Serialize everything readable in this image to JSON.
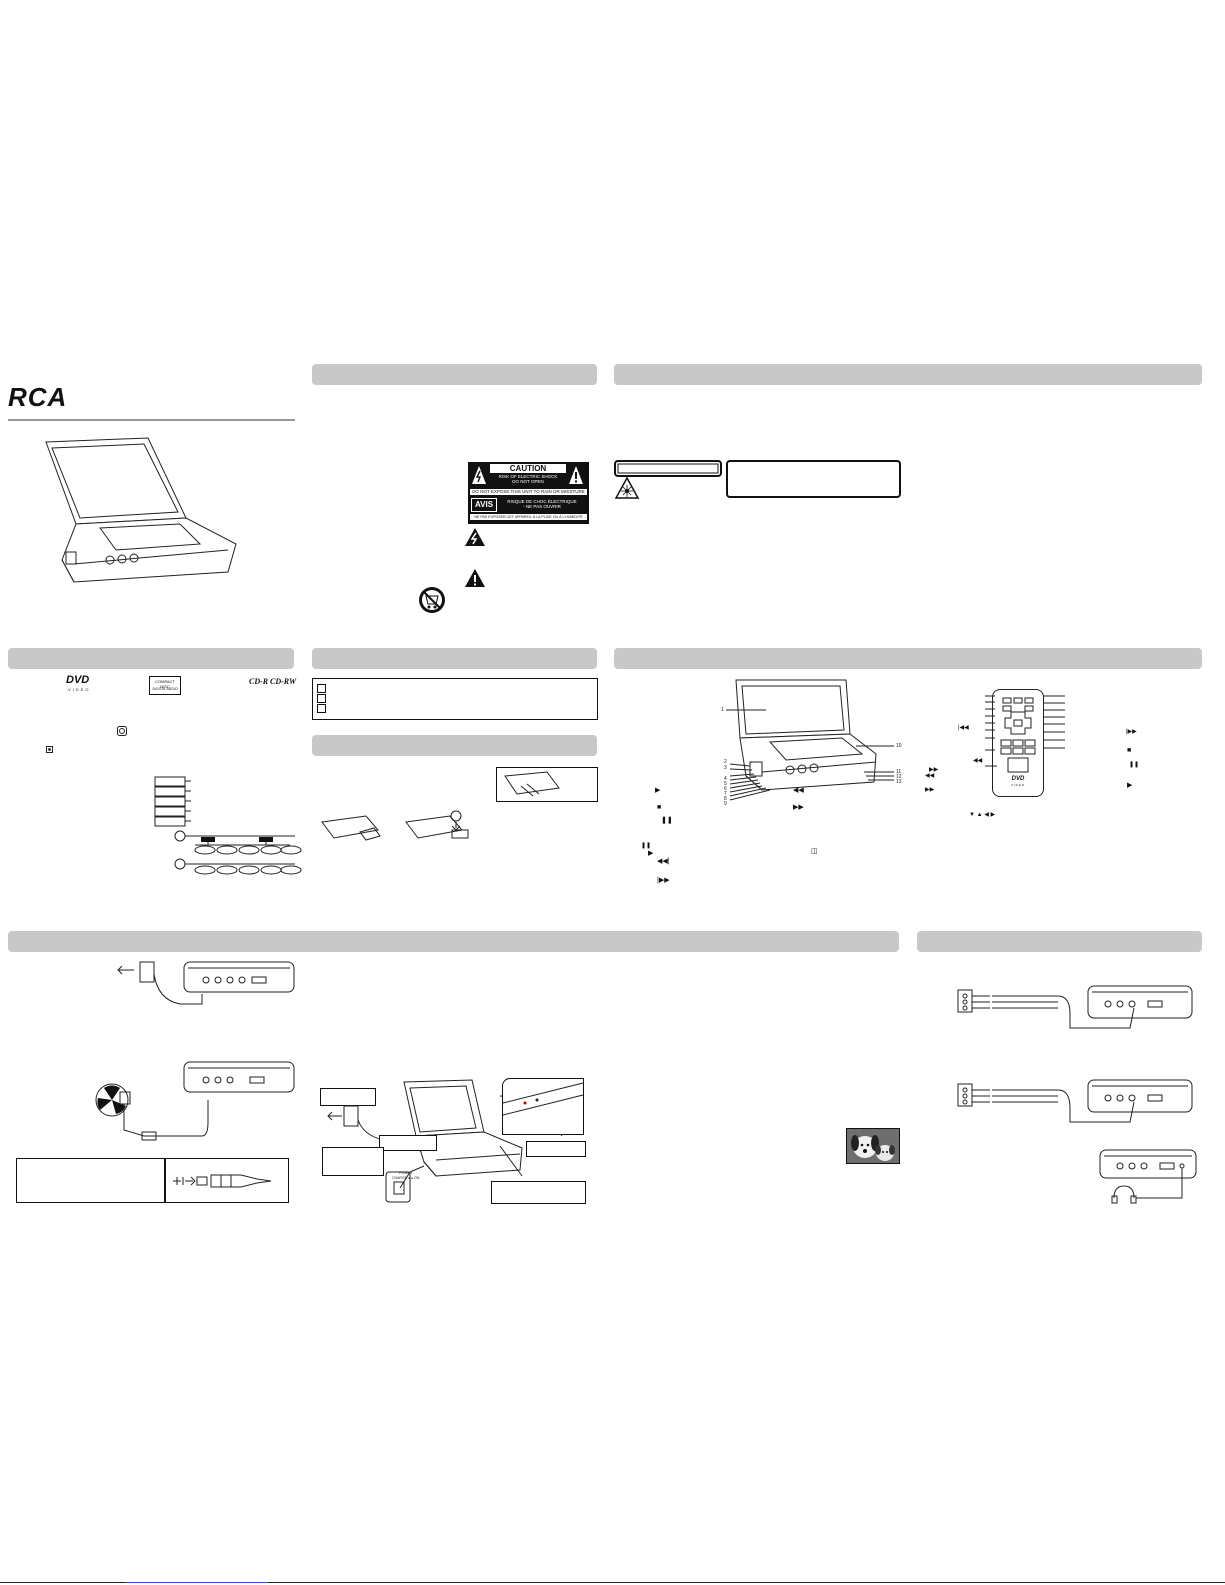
{
  "brand": "RCA",
  "caution_label": {
    "title": "CAUTION",
    "line1": "RISK OF ELECTRIC SHOCK",
    "line2": "DO NOT OPEN",
    "line3": "DO NOT EXPOSE THIS UNIT TO RAIN OR MOISTURE",
    "avis": "AVIS",
    "avis_line1": "RISQUE DE CHOC ÉLECTRIQUE",
    "avis_line2": "- NE PAS OUVRIR",
    "avis_line3": "NE PAS EXPOSER CET APPAREIL À LA PLUIE OU À L'HUMIDITÉ"
  },
  "disc_logos": {
    "dvd": "DVD",
    "dvd_sub": "VIDEO",
    "cd": "COMPACT DISC",
    "cd_sub": "DIGITAL AUDIO",
    "cdr": "CD-R",
    "cdrw": "CD-RW"
  },
  "player_callouts": [
    "1",
    "2",
    "3",
    "4",
    "5",
    "6",
    "7",
    "8",
    "9",
    "10",
    "11",
    "12",
    "13"
  ],
  "remote_logo": {
    "top": "DVD",
    "bottom": "VIDEO"
  },
  "power_switch_label": "POWER",
  "power_switch_sub": "CHARGE ● ● ON",
  "colors": {
    "bar": "#c8c8c8",
    "ink": "#111111"
  },
  "icons": [
    "warning-triangle-icon",
    "lightning-triangle-icon",
    "laser-icon",
    "no-cart-icon",
    "play-icon",
    "stop-icon",
    "pause-icon",
    "prev-icon",
    "next-icon",
    "rewind-icon",
    "forward-icon",
    "arrow-keys-icon",
    "headphone-icon"
  ]
}
